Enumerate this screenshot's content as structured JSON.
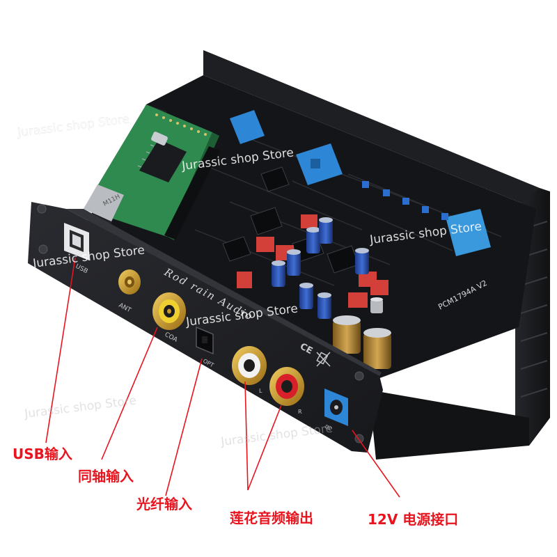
{
  "product": {
    "front_panel": {
      "brand_text": "Rod rain Audio",
      "jack_labels": {
        "usb": "USB",
        "antenna": "ANT",
        "coax": "COA",
        "optical": "OPT",
        "left": "L",
        "right": "R",
        "dc": "DC"
      },
      "cert_marks": "CE"
    },
    "board_marking": "PCM1794A V2",
    "module_chip_text": "M11H"
  },
  "callouts": {
    "usb_input": "USB输入",
    "coax_input": "同轴输入",
    "optical_input": "光纤输入",
    "rca_output": "莲花音频输出",
    "power_input": "12V 电源接口"
  },
  "watermark": {
    "text": "Jurassic shop Store"
  },
  "colors": {
    "callout_red": "#e8141e",
    "chassis_black": "#1c1d20",
    "pcb_black": "#141518",
    "module_green": "#2e8a4e",
    "capacitor_blue": "#2a4fb5",
    "cap_gold": "#b58a3a",
    "connector_gold": "#d4a22a",
    "rca_red": "#d8202a",
    "terminal_blue": "#2d86d6"
  }
}
